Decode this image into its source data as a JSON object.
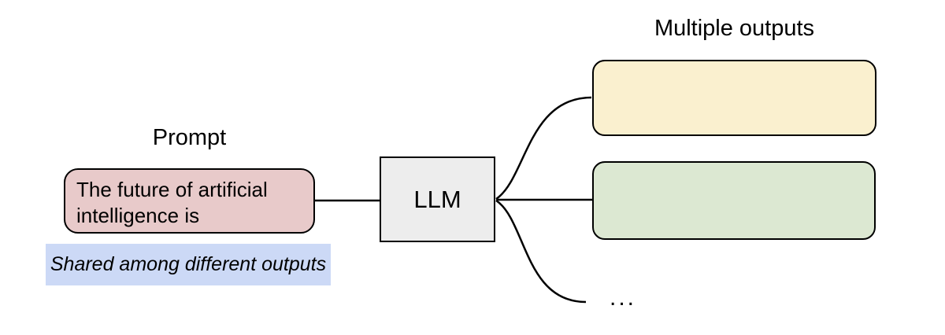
{
  "diagram": {
    "title_implied": "LLM prompt shared among multiple sampled outputs",
    "prompt": {
      "label": "Prompt",
      "box_text": "The future of artificial intelligence is",
      "note": "Shared among different outputs"
    },
    "llm": {
      "label": "LLM"
    },
    "outputs": {
      "label": "Multiple outputs",
      "ellipsis": "..."
    },
    "colors": {
      "prompt_fill": "#e8caca",
      "note_fill": "#ccd9f6",
      "llm_fill": "#ededed",
      "output1_fill": "#faf0cf",
      "output2_fill": "#dce8d2",
      "stroke": "#000000",
      "background": "#ffffff"
    }
  }
}
